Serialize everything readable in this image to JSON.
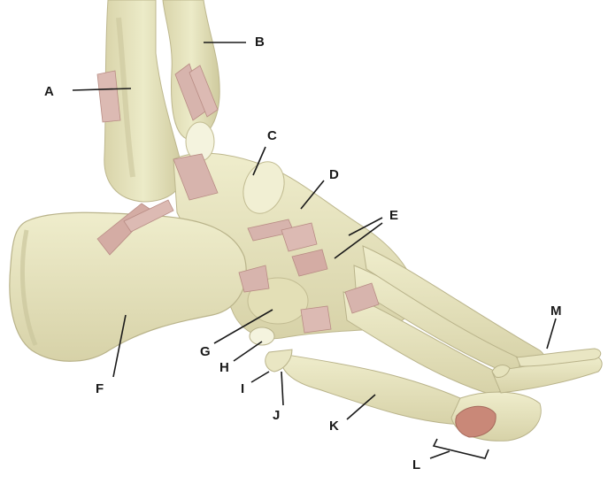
{
  "labels": {
    "a": "A",
    "b": "B",
    "c": "C",
    "d": "D",
    "e": "E",
    "f": "F",
    "g": "G",
    "h": "H",
    "i": "I",
    "j": "J",
    "k": "K",
    "l": "L",
    "m": "M"
  },
  "colors": {
    "bone": "#e6e3bd",
    "bone_shade": "#c9c49a",
    "bone_dark": "#a9a47d",
    "ligament": "#d7b4ad",
    "ligament_dark": "#b88c84",
    "nail": "#c98878",
    "leader": "#1a1a1a",
    "background": "#ffffff"
  }
}
